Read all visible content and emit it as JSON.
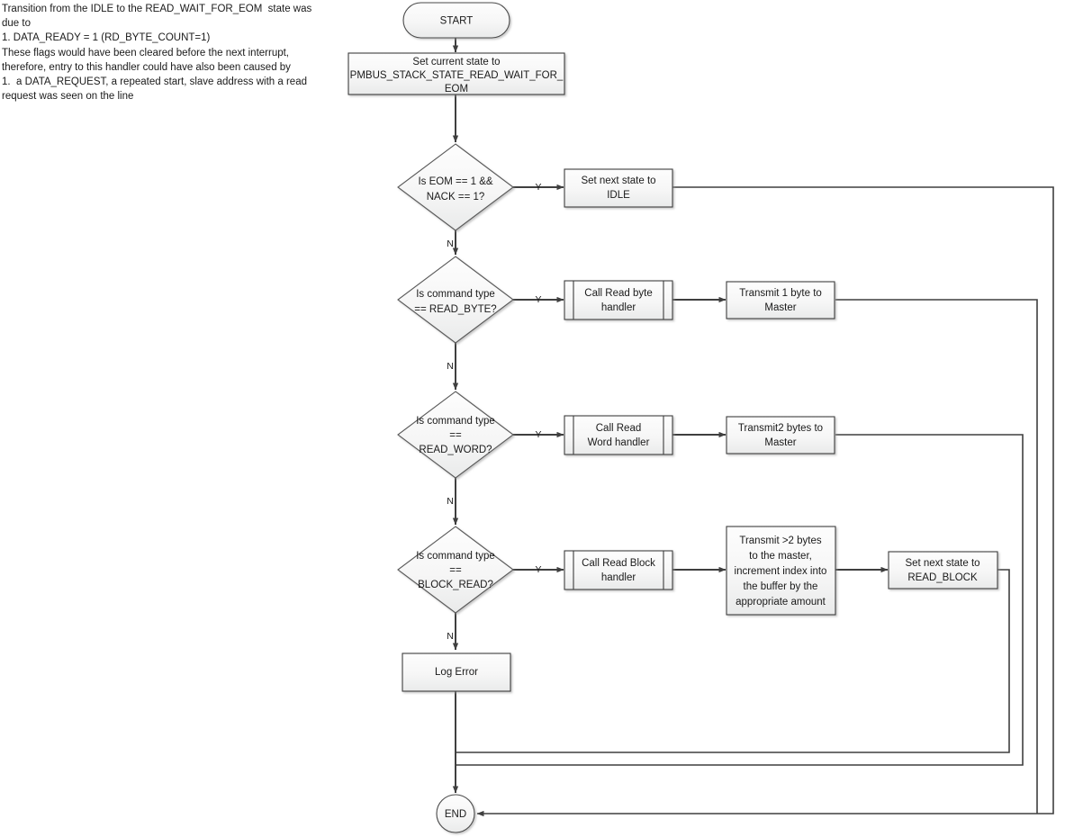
{
  "note": {
    "name": "explanatory-note",
    "lines": [
      "Transition from the IDLE to the READ_WAIT_FOR_EOM  state was due to",
      "1. DATA_READY = 1 (RD_BYTE_COUNT=1)",
      "These flags would have been cleared before the next interrupt, therefore, entry to this handler could have also been caused by",
      "1.  a DATA_REQUEST, a repeated start, slave address with a read request was seen on the line"
    ],
    "text": "Transition from the IDLE to the READ_WAIT_FOR_EOM  state was due to\n1. DATA_READY = 1 (RD_BYTE_COUNT=1)\nThese flags would have been cleared before the next interrupt, therefore, entry to this handler could have also been caused by\n1.  a DATA_REQUEST, a repeated start, slave address with a read request was seen on the line"
  },
  "colors": {
    "shape_fill_top": "#fbfbfb",
    "shape_fill_bottom": "#eceded",
    "shape_stroke": "#3c3c3c",
    "connector": "#3f3f3f",
    "text": "#1a1a1a",
    "background": "#ffffff"
  },
  "nodes": {
    "start": {
      "type": "terminator",
      "label": "START"
    },
    "set_current_state": {
      "type": "process",
      "line1": "Set current state to",
      "line2": "PMBUS_STACK_STATE_READ_WAIT_FOR_",
      "line3": "EOM"
    },
    "decision_eom_nack": {
      "type": "decision",
      "line1": "Is EOM == 1 &&",
      "line2": "NACK == 1?"
    },
    "set_next_idle": {
      "type": "process",
      "line1": "Set next state to",
      "line2": "IDLE"
    },
    "decision_read_byte": {
      "type": "decision",
      "line1": "Is command type",
      "line2": "== READ_BYTE?"
    },
    "call_read_byte": {
      "type": "predefined-process",
      "line1": "Call Read byte",
      "line2": "handler"
    },
    "transmit_1_byte": {
      "type": "process",
      "line1": "Transmit 1 byte to",
      "line2": "Master"
    },
    "decision_read_word": {
      "type": "decision",
      "line1": "Is command type",
      "line2": "==",
      "line3": "READ_WORD?"
    },
    "call_read_word": {
      "type": "predefined-process",
      "line1": "Call Read",
      "line2": "Word handler"
    },
    "transmit_2_bytes": {
      "type": "process",
      "line1": "Transmit2 bytes to",
      "line2": "Master"
    },
    "decision_block_read": {
      "type": "decision",
      "line1": "Is command type",
      "line2": "==",
      "line3": "BLOCK_READ?"
    },
    "call_read_block": {
      "type": "predefined-process",
      "line1": "Call Read Block",
      "line2": "handler"
    },
    "transmit_block": {
      "type": "process",
      "line1": "Transmit >2  bytes",
      "line2": "to the master,",
      "line3": "increment index into",
      "line4": "the buffer by the",
      "line5": "appropriate amount"
    },
    "set_next_read_block": {
      "type": "process",
      "line1": "Set next state to",
      "line2": "READ_BLOCK"
    },
    "log_error": {
      "type": "process",
      "label": "Log Error"
    },
    "end": {
      "type": "terminator",
      "label": "END"
    }
  },
  "edge_labels": {
    "eom_yes": "Y",
    "eom_no": "N",
    "read_byte_yes": "Y",
    "read_byte_no": "N",
    "read_word_yes": "Y",
    "read_word_no": "N",
    "block_read_yes": "Y",
    "block_read_no": "N"
  }
}
